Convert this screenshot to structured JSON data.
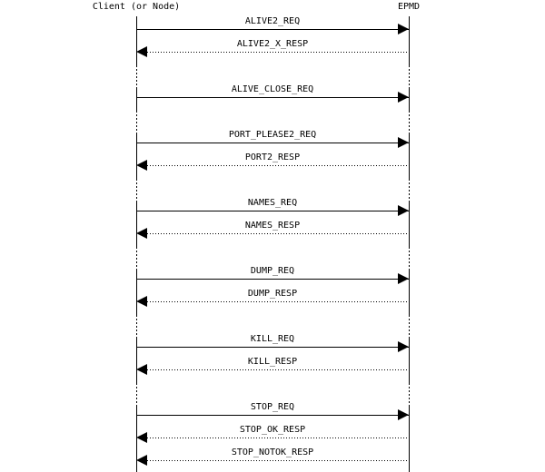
{
  "diagram": {
    "participants": [
      {
        "name": "Client (or Node)",
        "side": "left"
      },
      {
        "name": "EPMD",
        "side": "right"
      }
    ],
    "messages": [
      {
        "label": "ALIVE2_REQ",
        "from": "Client (or Node)",
        "to": "EPMD",
        "arrow": "solid-right"
      },
      {
        "label": "ALIVE2_X_RESP",
        "from": "EPMD",
        "to": "Client (or Node)",
        "arrow": "dotted-left"
      },
      {
        "label": "ALIVE_CLOSE_REQ",
        "from": "Client (or Node)",
        "to": "EPMD",
        "arrow": "solid-right"
      },
      {
        "label": "PORT_PLEASE2_REQ",
        "from": "Client (or Node)",
        "to": "EPMD",
        "arrow": "solid-right"
      },
      {
        "label": "PORT2_RESP",
        "from": "EPMD",
        "to": "Client (or Node)",
        "arrow": "dotted-left"
      },
      {
        "label": "NAMES_REQ",
        "from": "Client (or Node)",
        "to": "EPMD",
        "arrow": "solid-right"
      },
      {
        "label": "NAMES_RESP",
        "from": "EPMD",
        "to": "Client (or Node)",
        "arrow": "dotted-left"
      },
      {
        "label": "DUMP_REQ",
        "from": "Client (or Node)",
        "to": "EPMD",
        "arrow": "solid-right"
      },
      {
        "label": "DUMP_RESP",
        "from": "EPMD",
        "to": "Client (or Node)",
        "arrow": "dotted-left"
      },
      {
        "label": "KILL_REQ",
        "from": "Client (or Node)",
        "to": "EPMD",
        "arrow": "solid-right"
      },
      {
        "label": "KILL_RESP",
        "from": "EPMD",
        "to": "Client (or Node)",
        "arrow": "dotted-left"
      },
      {
        "label": "STOP_REQ",
        "from": "Client (or Node)",
        "to": "EPMD",
        "arrow": "solid-right"
      },
      {
        "label": "STOP_OK_RESP",
        "from": "EPMD",
        "to": "Client (or Node)",
        "arrow": "dotted-left"
      },
      {
        "label": "STOP_NOTOK_RESP",
        "from": "EPMD",
        "to": "Client (or Node)",
        "arrow": "dotted-left"
      }
    ],
    "colors": {
      "foreground": "#000000",
      "background": "#ffffff"
    }
  }
}
